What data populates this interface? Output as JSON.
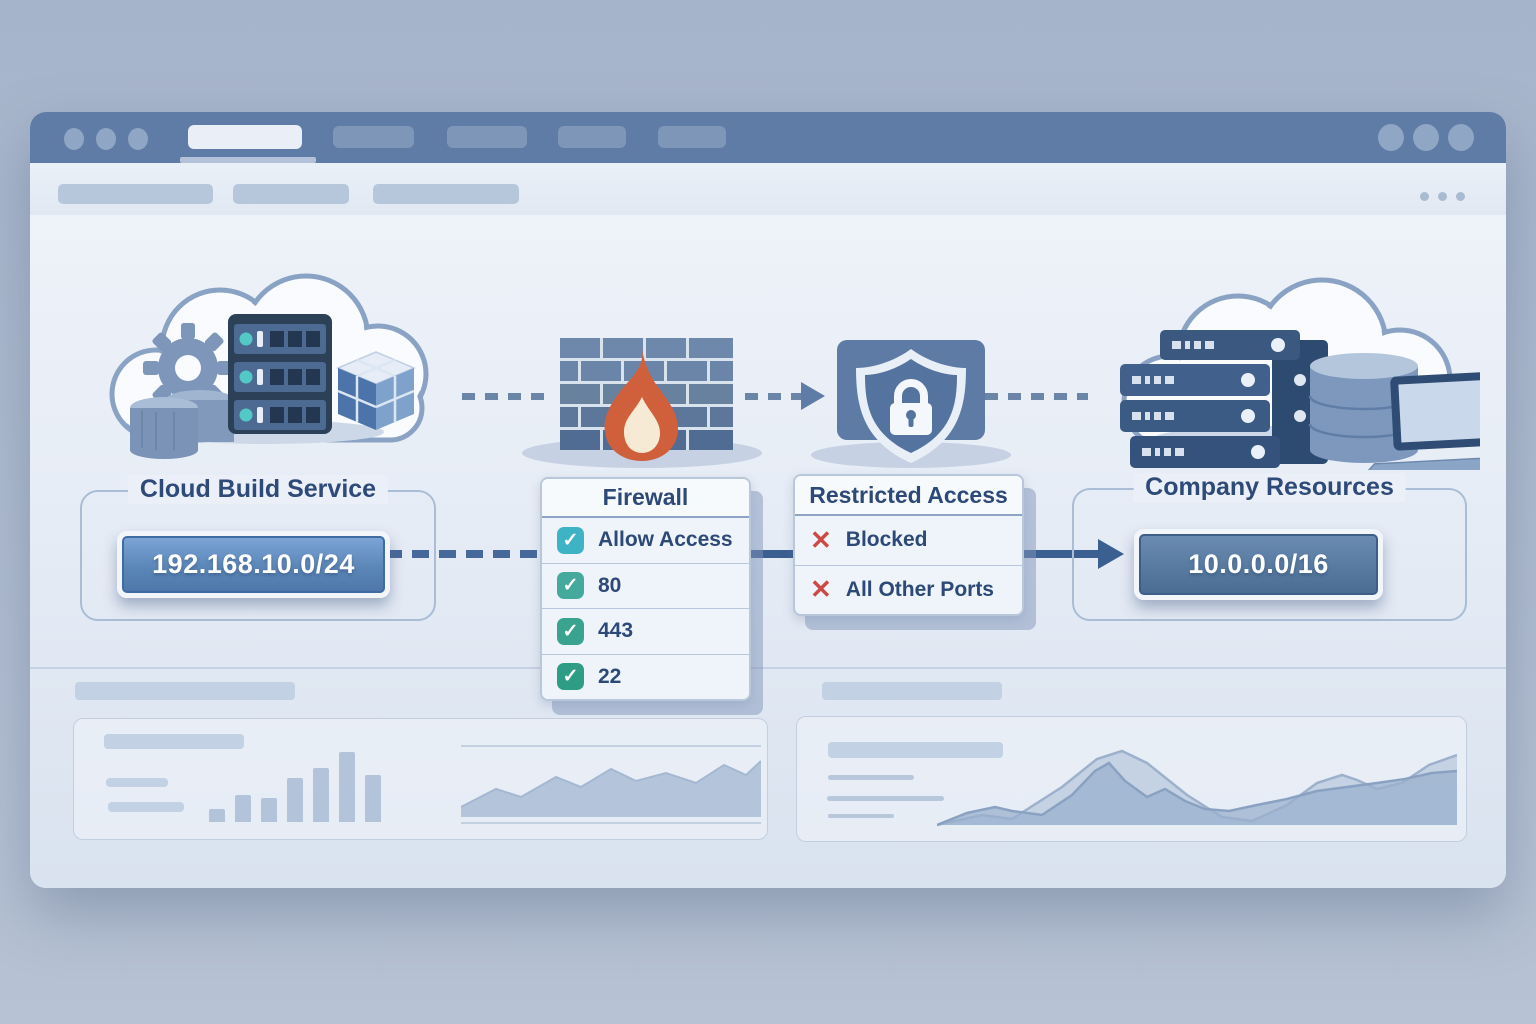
{
  "diagram": {
    "source": {
      "label": "Cloud Build Service",
      "cidr": "192.168.10.0/24"
    },
    "firewall": {
      "title": "Firewall",
      "check_glyph": "✓",
      "rules": [
        {
          "label": "Allow Access",
          "checked": true
        },
        {
          "label": "80",
          "checked": true
        },
        {
          "label": "443",
          "checked": true
        },
        {
          "label": "22",
          "checked": true
        }
      ]
    },
    "restricted": {
      "title": "Restricted Access",
      "cross_glyph": "✕",
      "rules": [
        {
          "label": "Blocked",
          "blocked": true
        },
        {
          "label": "All Other Ports",
          "blocked": true
        }
      ]
    },
    "destination": {
      "label": "Company Resources",
      "cidr": "10.0.0.0/16"
    }
  },
  "colors": {
    "titlebar_blue": "#5e7ca6",
    "text_navy": "#2c4977",
    "allow_teal": "#3fb3c6",
    "blocked_red": "#cb4a43",
    "source_button_blue": "#5b86b8",
    "destination_button_blue": "#587aa1",
    "flame_orange": "#d05f3c",
    "arrow_blue": "#3b5f90"
  },
  "placeholder_charts": {
    "left_bar_heights": [
      13,
      27,
      24,
      44,
      54,
      70,
      47
    ]
  }
}
